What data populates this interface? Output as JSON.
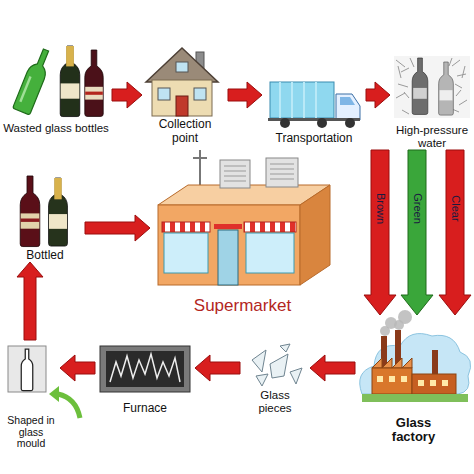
{
  "diagram": {
    "nodes": [
      {
        "text": [
          "Wasted glass bottles"
        ]
      },
      {
        "text": [
          "Collection point"
        ]
      },
      {
        "text": [
          "Transportation"
        ]
      },
      {
        "text": [
          "High-pressure water"
        ]
      },
      {
        "text": [
          "Bottled"
        ]
      },
      {
        "text": [
          "Supermarket"
        ]
      },
      {
        "text": [
          "Glass factory"
        ]
      },
      {
        "text": [
          "Glass pieces"
        ]
      },
      {
        "text": [
          "Furnace"
        ]
      },
      {
        "text": [
          "Shaped in glass mould"
        ]
      }
    ],
    "edges": [
      {
        "from": 0,
        "to": 1,
        "arrow": "to"
      },
      {
        "from": 1,
        "to": 2,
        "arrow": "to"
      },
      {
        "from": 2,
        "to": 3,
        "arrow": "to"
      },
      {
        "from": 3,
        "to": 6,
        "label": "Brown",
        "arrow": "to"
      },
      {
        "from": 3,
        "to": 6,
        "label": "Green",
        "arrow": "to"
      },
      {
        "from": 3,
        "to": 6,
        "label": "Clear",
        "arrow": "to"
      },
      {
        "from": 6,
        "to": 7,
        "arrow": "to"
      },
      {
        "from": 7,
        "to": 8,
        "arrow": "to"
      },
      {
        "from": 8,
        "to": 9,
        "arrow": "to"
      },
      {
        "from": 9,
        "to": 4,
        "arrow": "to"
      },
      {
        "from": 4,
        "to": 5,
        "arrow": "to"
      }
    ]
  }
}
